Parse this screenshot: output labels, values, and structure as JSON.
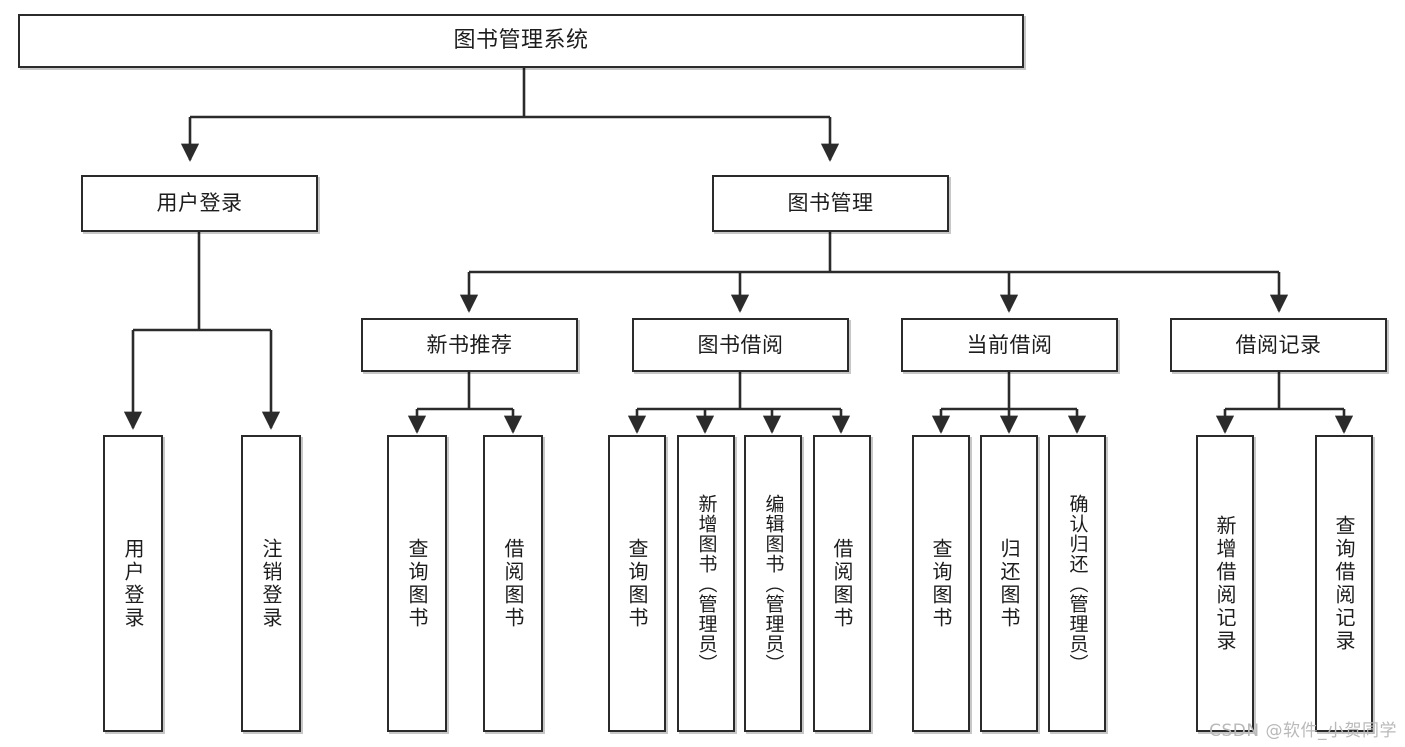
{
  "diagram": {
    "title": "图书管理系统",
    "type": "tree-hierarchy-chart",
    "watermark": "CSDN @软件_小贺同学",
    "colors": {
      "border": "#2b2b2b",
      "fill": "#ffffff",
      "text": "#1d1d1d",
      "edge": "#2b2b2b",
      "watermark": "#b9b9b9"
    },
    "nodes": {
      "root": {
        "label": "图书管理系统"
      },
      "tier1": [
        {
          "label": "用户登录"
        },
        {
          "label": "图书管理"
        }
      ],
      "tier2": [
        {
          "label": "新书推荐"
        },
        {
          "label": "图书借阅"
        },
        {
          "label": "当前借阅"
        },
        {
          "label": "借阅记录"
        }
      ],
      "leaves_user_login": [
        {
          "label": "用户登录"
        },
        {
          "label": "注销登录"
        }
      ],
      "leaves_new_book": [
        {
          "label": "查询图书"
        },
        {
          "label": "借阅图书"
        }
      ],
      "leaves_borrow": [
        {
          "label": "查询图书"
        },
        {
          "label": "新增图书（管理员）"
        },
        {
          "label": "编辑图书（管理员）"
        },
        {
          "label": "借阅图书"
        }
      ],
      "leaves_current": [
        {
          "label": "查询图书"
        },
        {
          "label": "归还图书"
        },
        {
          "label": "确认归还（管理员）"
        }
      ],
      "leaves_records": [
        {
          "label": "新增借阅记录"
        },
        {
          "label": "查询借阅记录"
        }
      ]
    }
  }
}
